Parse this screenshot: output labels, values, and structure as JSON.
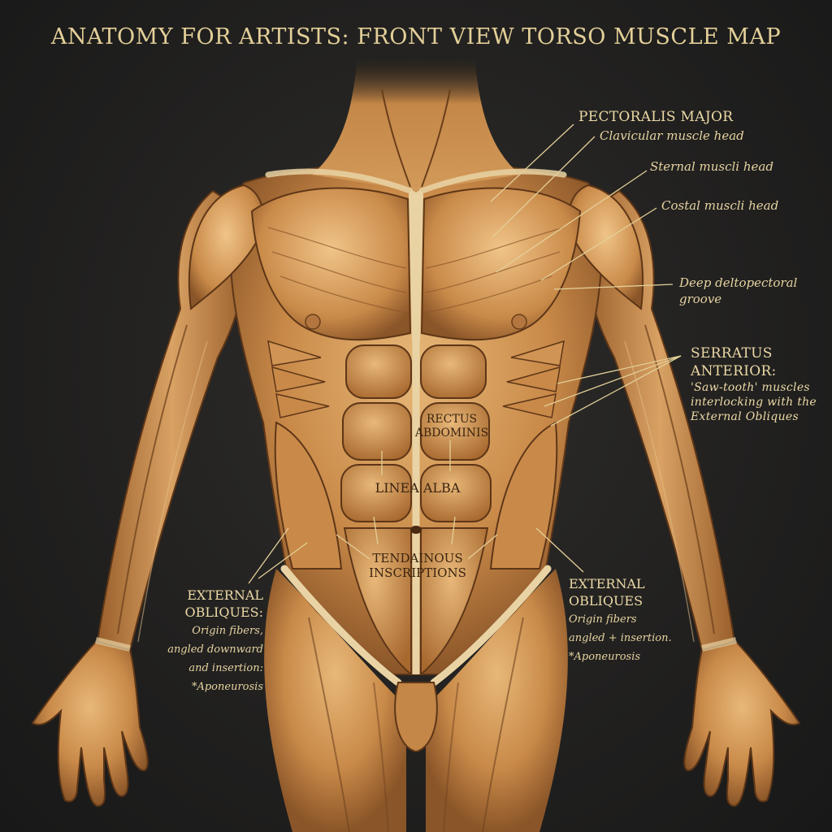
{
  "title": "ANATOMY FOR ARTISTS: FRONT VIEW TORSO MUSCLE MAP",
  "labels": {
    "pectoralis": {
      "heading": "PECTORALIS MAJOR",
      "clavicular": "Clavicular muscle head",
      "sternal": "Sternal muscli head",
      "costal": "Costal muscli head"
    },
    "groove": {
      "line1": "Deep deltopectoral",
      "line2": "groove"
    },
    "serratus": {
      "line1": "SERRATUS",
      "line2": "ANTERIOR:",
      "desc1": "'Saw-tooth' muscles",
      "desc2": "interlocking with the",
      "desc3": "External Obliques"
    },
    "rectus": {
      "line1": "RECTUS",
      "line2": "ABDOMINIS"
    },
    "linea_alba": "LINEA ALBA",
    "tendinous": {
      "line1": "TENDAINOUS",
      "line2": "INSCRIPTIONS"
    },
    "obliques_left": {
      "line1": "EXTERNAL",
      "line2": "OBLIQUES:",
      "desc1": "Origin fibers,",
      "desc2": "angled downward",
      "desc3": "and insertion:",
      "desc4": "*Aponeurosis"
    },
    "obliques_right": {
      "line1": "EXTERNAL",
      "line2": "OBLIQUES",
      "desc1": "Origin fibers",
      "desc2": "angled + insertion.",
      "desc3": "*Aponeurosis"
    }
  },
  "colors": {
    "background": "#222120",
    "label_text": "#ecd9a6",
    "muscle_light": "#e7b878",
    "muscle_mid": "#c98a49",
    "muscle_dark": "#7b4a22",
    "tendon": "#e9d3a4"
  }
}
